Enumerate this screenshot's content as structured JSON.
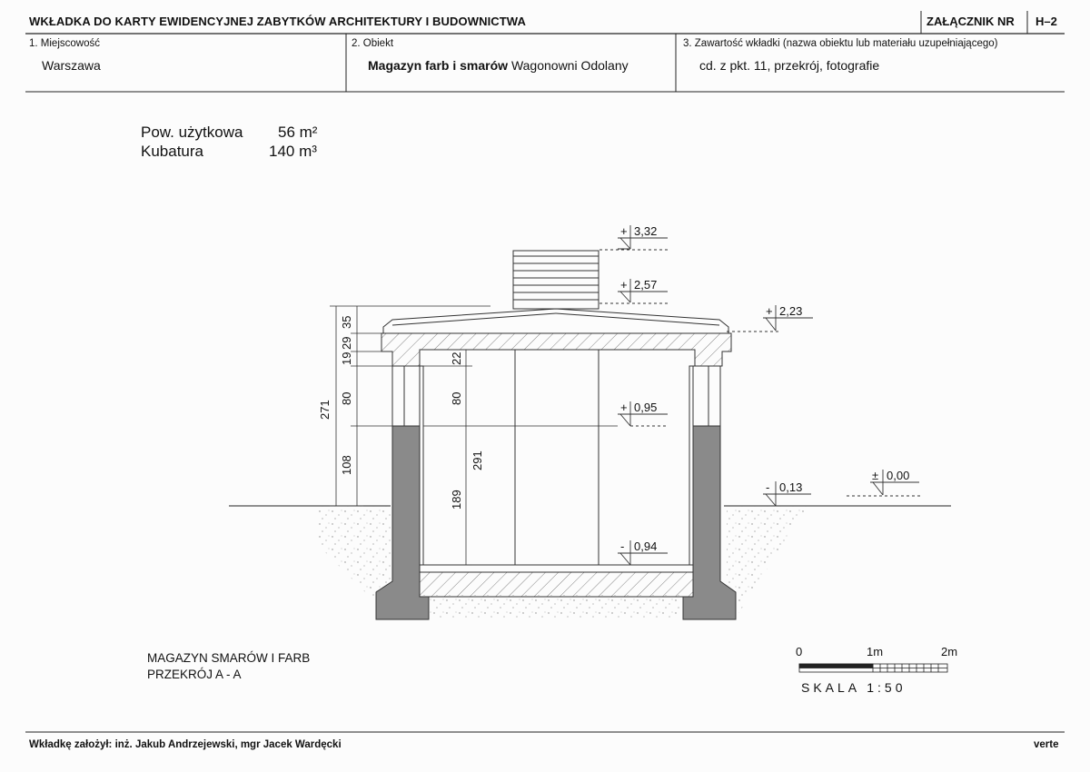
{
  "header": {
    "title": "WKŁADKA DO KARTY EWIDENCYJNEJ ZABYTKÓW ARCHITEKTURY I BUDOWNICTWA",
    "annex_label": "ZAŁĄCZNIK NR",
    "annex_number": "H–2"
  },
  "fields": {
    "locality_label": "1. Miejscowość",
    "locality_value": "Warszawa",
    "object_label": "2. Obiekt",
    "object_value_bold": "Magazyn farb i smarów",
    "object_value_rest": "Wagonowni Odolany",
    "contents_label": "3. Zawartość wkładki (nazwa obiektu lub materiału uzupełniającego)",
    "contents_value": "cd. z pkt. 11, przekrój, fotografie"
  },
  "info": {
    "area_label": "Pow. użytkowa",
    "area_value": "56 m²",
    "volume_label": "Kubatura",
    "volume_value": "140 m³"
  },
  "drawing": {
    "levels": [
      "3,32",
      "2,57",
      "2,23",
      "0,95",
      "0,13",
      "0,00",
      "0,94"
    ],
    "level_signs": [
      "+",
      "+",
      "+",
      "+",
      "-",
      "±",
      "-"
    ],
    "left_dims": [
      "35",
      "29",
      "19",
      "80",
      "108"
    ],
    "left_total": "271",
    "inner_dims": [
      "22",
      "80",
      "189"
    ],
    "inner_total": "291",
    "caption_line1": "MAGAZYN SMARÓW I FARB",
    "caption_line2": "PRZEKRÓJ A - A"
  },
  "scale": {
    "tick_0": "0",
    "tick_1": "1m",
    "tick_2": "2m",
    "label": "SKALA  1:50"
  },
  "footer": {
    "author": "Wkładkę założył: inż. Jakub Andrzejewski, mgr Jacek Wardęcki",
    "verte": "verte"
  }
}
